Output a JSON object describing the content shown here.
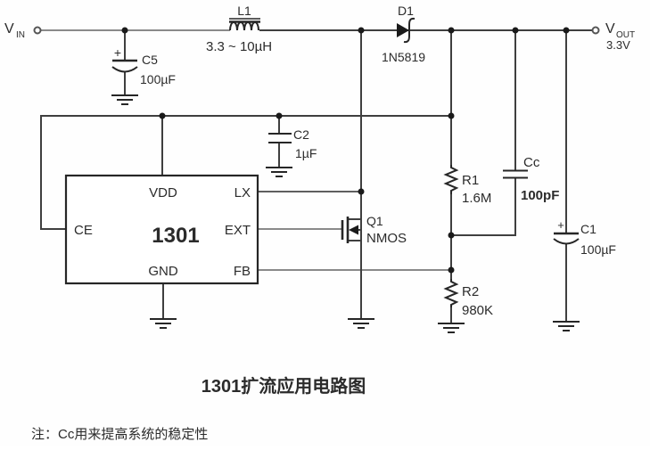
{
  "terminals": {
    "vin": {
      "label": "V",
      "sub": "IN"
    },
    "vout": {
      "label": "V",
      "sub": "OUT",
      "voltage": "3.3V"
    }
  },
  "ic": {
    "part_number": "1301",
    "pins": {
      "vdd": "VDD",
      "lx": "LX",
      "ce": "CE",
      "ext": "EXT",
      "gnd": "GND",
      "fb": "FB"
    }
  },
  "components": {
    "l1": {
      "ref": "L1",
      "value": "3.3 ~ 10µH"
    },
    "d1": {
      "ref": "D1",
      "value": "1N5819"
    },
    "c5": {
      "ref": "C5",
      "value": "100µF",
      "polarity_mark": "+"
    },
    "c2": {
      "ref": "C2",
      "value": "1µF"
    },
    "cc": {
      "ref": "Cc",
      "value": "100pF"
    },
    "c1": {
      "ref": "C1",
      "value": "100µF",
      "polarity_mark": "+"
    },
    "r1": {
      "ref": "R1",
      "value": "1.6M"
    },
    "r2": {
      "ref": "R2",
      "value": "980K"
    },
    "q1": {
      "ref": "Q1",
      "value": "NMOS"
    }
  },
  "caption": {
    "title": "1301扩流应用电路图",
    "note": "注：Cc用来提高系统的稳定性"
  }
}
